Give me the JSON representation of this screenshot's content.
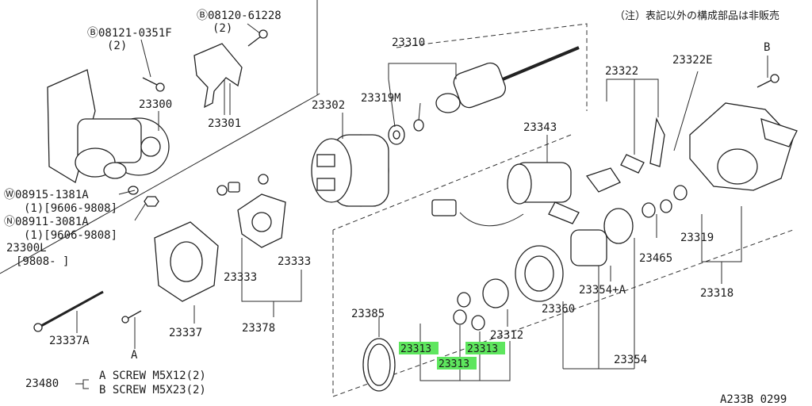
{
  "note": "（注）表記以外の構成部品は非販売",
  "figure_code": "A233B 0299",
  "labels": {
    "b_08120": "Ⓑ08120-61228",
    "b_08120_qty": "(2)",
    "b_08121": "Ⓑ08121-0351F",
    "b_08121_qty": "(2)",
    "p23300": "23300",
    "p23301": "23301",
    "p23302": "23302",
    "p23310": "23310",
    "p23319m": "23319M",
    "p23322": "23322",
    "p23322e": "23322E",
    "b_mark": "B",
    "p23343": "23343",
    "w_08915": "Ⓦ08915-1381A",
    "w_08915_range": "(1)[9606-9808]",
    "n_08911": "Ⓝ08911-3081A",
    "n_08911_range": "(1)[9606-9808]",
    "p23300l": "23300L",
    "p23300l_range": "[9808-   ]",
    "p23333a": "23333",
    "p23333b": "23333",
    "p23319": "23319",
    "p23465": "23465",
    "p23354a": "23354+A",
    "p23318": "23318",
    "p23360": "23360",
    "p23385": "23385",
    "p23312": "23312",
    "p23313a": "23313",
    "p23313b": "23313",
    "p23313c": "23313",
    "p23354": "23354",
    "p23378": "23378",
    "p23337": "23337",
    "p23337a": "23337A",
    "a_mark": "A",
    "p23480": "23480",
    "screw_a": "A SCREW M5X12(2)",
    "screw_b": "B SCREW M5X23(2)"
  }
}
